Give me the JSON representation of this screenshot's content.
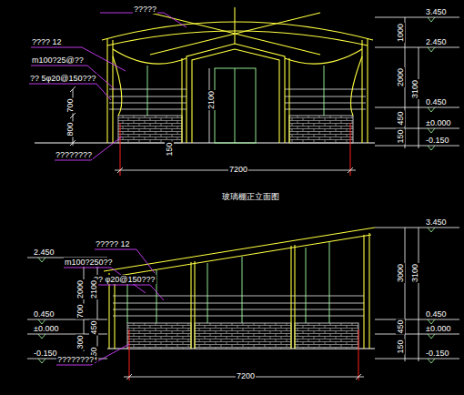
{
  "diagram": {
    "caption": "玻璃棚正立面图",
    "labels": [
      "?????",
      "???? 12",
      "m100?25@??",
      "?? 5φ20@150???",
      "700",
      "800",
      "????????",
      "2100",
      "150",
      "7200",
      "3.450",
      "1000",
      "2.450",
      "2000",
      "3100",
      "0.450",
      "450",
      "±0.000",
      "150",
      "-0.150",
      "3.450",
      "2.450",
      "????? 12",
      "m100?250??",
      "?? φ20@150???",
      "2000",
      "2100",
      "0.450",
      "700",
      "±0.000",
      "300",
      "450",
      "150",
      "-0.150",
      "????????",
      "7200",
      "3000",
      "3100",
      "0.450",
      "450",
      "±0.000",
      "150",
      "-0.150"
    ]
  }
}
